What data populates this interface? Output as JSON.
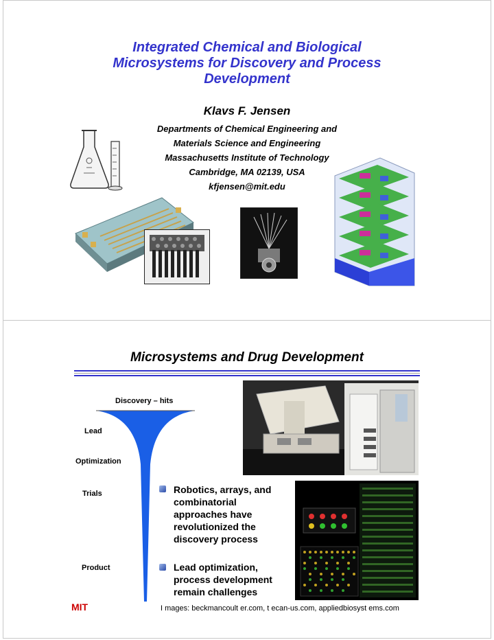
{
  "slide1": {
    "title_lines": [
      "Integrated Chemical and Biological",
      "Microsystems for Discovery and Process",
      "Development"
    ],
    "author": "Klavs F. Jensen",
    "affiliation_lines": [
      "Departments of Chemical Engineering and",
      "Materials Science and Engineering",
      "Massachusetts Institute of Technology",
      "Cambridge, MA  02139, USA",
      "kfjensen@mit.edu"
    ]
  },
  "slide2": {
    "title": "Microsystems and Drug Development",
    "funnel_labels": {
      "discovery": "Discovery – hits",
      "lead": "Lead",
      "optimization": "Optimization",
      "trials": "Trials",
      "product": "Product"
    },
    "bullets": [
      [
        "Robotics, arrays, and",
        "combinatorial",
        "approaches have",
        "revolutionized the",
        "discovery process"
      ],
      [
        "Lead optimization,",
        "process development",
        "remain challenges"
      ]
    ],
    "footer_logo": "MIT",
    "credits": "I mages: beckmancoult er.com, t ecan-us.com, appliedbiosyst ems.com"
  },
  "colors": {
    "title_blue": "#3333cc",
    "funnel_blue": "#1a5fe6",
    "mit_red": "#cc0000"
  }
}
